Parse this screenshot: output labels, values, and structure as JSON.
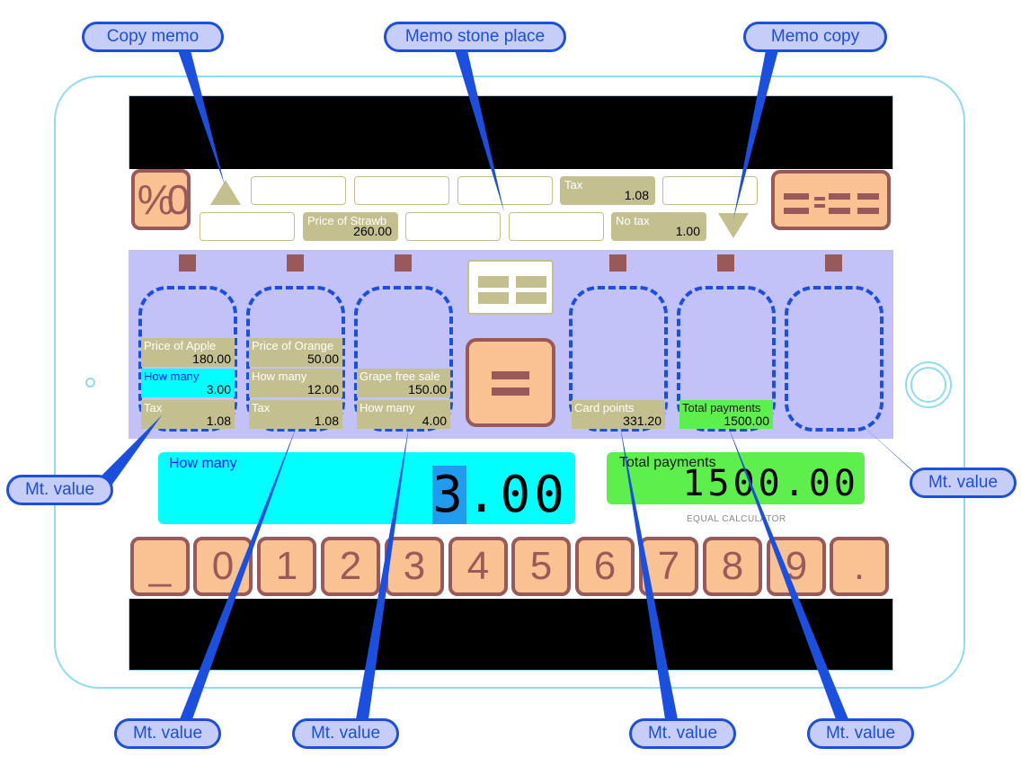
{
  "percent_button": "%",
  "memo_row1": [
    {
      "label": "",
      "value": ""
    },
    {
      "label": "",
      "value": ""
    },
    {
      "label": "",
      "value": ""
    },
    {
      "label": "Tax",
      "value": "1.08"
    },
    {
      "label": "",
      "value": ""
    }
  ],
  "memo_row2": [
    {
      "label": "",
      "value": ""
    },
    {
      "label": "Price of Strawb",
      "value": "260.00"
    },
    {
      "label": "",
      "value": ""
    },
    {
      "label": "",
      "value": ""
    },
    {
      "label": "No tax",
      "value": "1.00"
    }
  ],
  "columns": [
    {
      "cells": [
        {
          "label": "Price of Apple",
          "value": "180.00"
        },
        {
          "label": "How many",
          "value": "3.00",
          "highlight": "cyan"
        },
        {
          "label": "Tax",
          "value": "1.08"
        }
      ]
    },
    {
      "cells": [
        {
          "label": "Price of Orange",
          "value": "50.00"
        },
        {
          "label": "How many",
          "value": "12.00"
        },
        {
          "label": "Tax",
          "value": "1.08"
        }
      ]
    },
    {
      "cells": [
        {
          "label": "Grape free sale",
          "value": "150.00"
        },
        {
          "label": "How many",
          "value": "4.00"
        }
      ]
    },
    {
      "cells": [
        {
          "label": "Card points",
          "value": "331.20"
        }
      ]
    },
    {
      "cells": [
        {
          "label": "Total payments",
          "value": "1500.00",
          "highlight": "green"
        }
      ]
    },
    {
      "cells": []
    }
  ],
  "main_display": {
    "label": "How many",
    "value_highlight": "3",
    "value_rest": ".00"
  },
  "result_display": {
    "label": "Total payments",
    "value": "1500.00"
  },
  "brand": "EQUAL CALCULATOR",
  "keys": [
    "_",
    "0",
    "1",
    "2",
    "3",
    "4",
    "5",
    "6",
    "7",
    "8",
    "9",
    "."
  ],
  "callouts": {
    "copy_memo": "Copy memo",
    "memo_stone_place": "Memo stone place",
    "memo_copy": "Memo copy",
    "mt_value": "Mt. value"
  },
  "colors": {
    "memo_stone": "#c4bf8e",
    "key_face": "#f8c292",
    "key_border": "#97595a",
    "lane_background": "#c3c2f8",
    "slot_dash": "#1a4fe0",
    "input_highlight": "#00ffff",
    "result_highlight": "#5df04c",
    "callout_fill": "#c7cdf9",
    "callout_text": "#1a4fe0"
  }
}
